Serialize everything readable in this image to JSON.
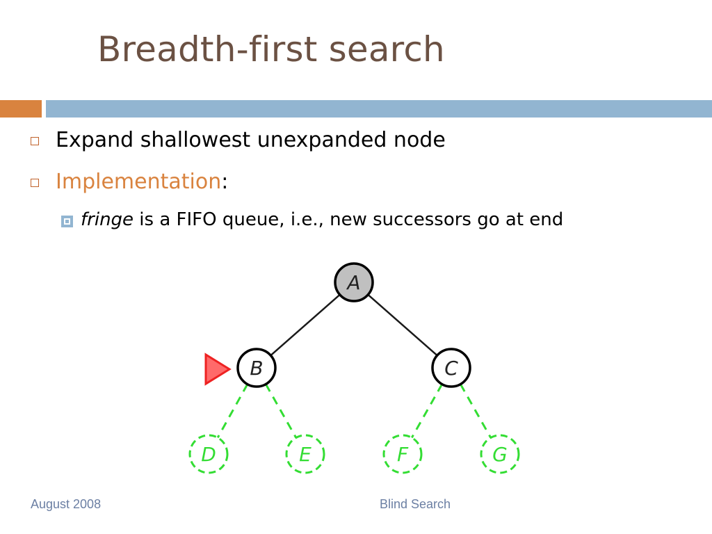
{
  "slide": {
    "title": "Breadth-first search",
    "bullets": [
      "Expand shallowest unexpanded node"
    ],
    "implementation_label": "Implementation",
    "implementation_colon": ":",
    "sub_bullet": {
      "italic_word": "fringe",
      "rest": " is a FIFO queue, i.e., new successors go at end"
    }
  },
  "tree": {
    "nodes": [
      {
        "id": "A",
        "label": "A",
        "state": "expanded"
      },
      {
        "id": "B",
        "label": "B",
        "state": "frontier-current"
      },
      {
        "id": "C",
        "label": "C",
        "state": "frontier"
      },
      {
        "id": "D",
        "label": "D",
        "state": "unexplored"
      },
      {
        "id": "E",
        "label": "E",
        "state": "unexplored"
      },
      {
        "id": "F",
        "label": "F",
        "state": "unexplored"
      },
      {
        "id": "G",
        "label": "G",
        "state": "unexplored"
      }
    ],
    "edges": [
      {
        "from": "A",
        "to": "B",
        "style": "solid"
      },
      {
        "from": "A",
        "to": "C",
        "style": "solid"
      },
      {
        "from": "B",
        "to": "D",
        "style": "dashed"
      },
      {
        "from": "B",
        "to": "E",
        "style": "dashed"
      },
      {
        "from": "C",
        "to": "F",
        "style": "dashed"
      },
      {
        "from": "C",
        "to": "G",
        "style": "dashed"
      }
    ],
    "colors": {
      "expanded_fill": "#c0c0c0",
      "node_stroke": "#000000",
      "unexplored": "#33dd33",
      "pointer": "#ee2222"
    }
  },
  "footer": {
    "date": "August 2008",
    "topic": "Blind Search"
  }
}
